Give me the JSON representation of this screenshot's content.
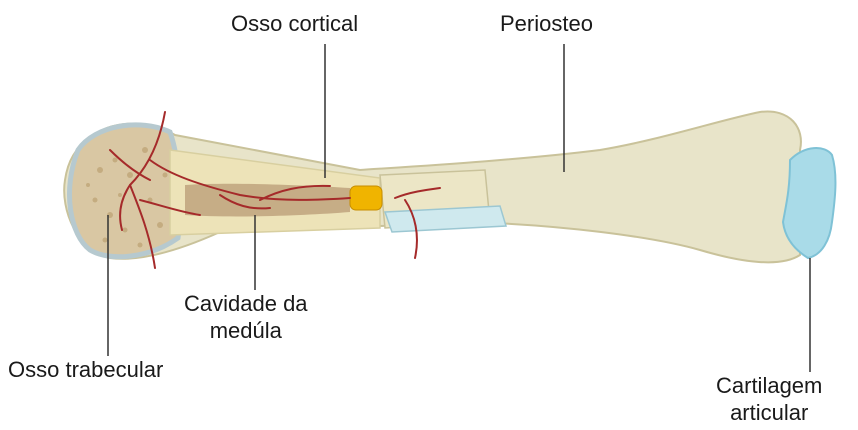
{
  "labels": {
    "osso_cortical": "Osso cortical",
    "periosteo": "Periosteo",
    "cavidade_line1": "Cavidade da",
    "cavidade_line2": "medúla",
    "osso_trabecular": "Osso trabecular",
    "cartilagem_line1": "Cartilagem",
    "cartilagem_line2": "articular"
  },
  "colors": {
    "bone_shaft": "#e8e4c9",
    "bone_outline": "#c9c29a",
    "trabecular": "#d9c7a3",
    "trabecular_dots": "#c4ac80",
    "cortical_band": "#ede3b8",
    "medulla": "#c6ad86",
    "vessel": "#a52a2a",
    "cartilage": "#a9dbe8",
    "cartilage_edge": "#7fc2d6",
    "periosteum_strip": "#cfe9ee",
    "plug": "#f0b400",
    "leader": "#333333"
  }
}
